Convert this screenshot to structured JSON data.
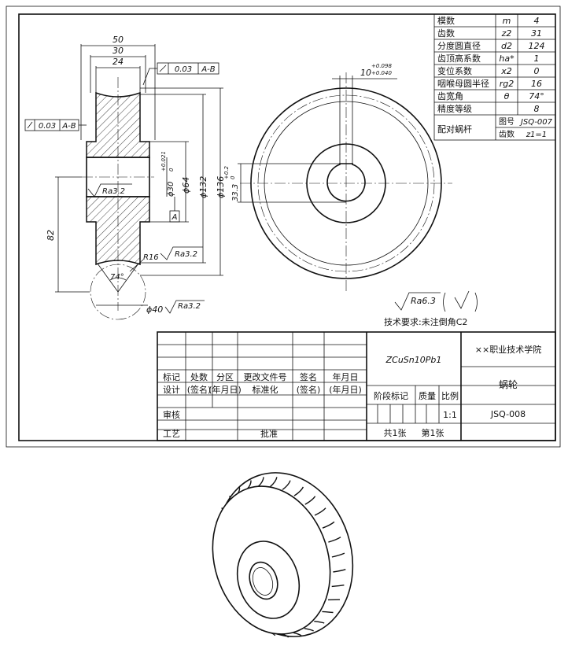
{
  "params": [
    {
      "label": "模数",
      "symbol": "m",
      "value": "4"
    },
    {
      "label": "齿数",
      "symbol": "z2",
      "value": "31"
    },
    {
      "label": "分度圆直径",
      "symbol": "d2",
      "value": "124"
    },
    {
      "label": "齿顶高系数",
      "symbol": "ha*",
      "value": "1"
    },
    {
      "label": "变位系数",
      "symbol": "x2",
      "value": "0"
    },
    {
      "label": "咽喉母圆半径",
      "symbol": "rg2",
      "value": "16"
    },
    {
      "label": "齿宽角",
      "symbol": "θ",
      "value": "74°"
    },
    {
      "label": "精度等级",
      "symbol": "",
      "value": "8"
    }
  ],
  "mating_worm": {
    "label": "配对蜗杆",
    "drawing_no_label": "图号",
    "drawing_no": "JSQ-007",
    "teeth_label": "齿数",
    "teeth": "z1=1"
  },
  "dims": {
    "w50": "50",
    "w30": "30",
    "w24": "24",
    "runout_top": "0.03",
    "datum_ab": "A-B",
    "runout_left": "0.03",
    "d30": "ϕ30",
    "d30_tol_up": "+0.021",
    "d30_tol_dn": "0",
    "d64": "ϕ64",
    "d132": "ϕ132",
    "d136": "ϕ136",
    "ra32_bore": "Ra3.2",
    "ra32_r16": "Ra3.2",
    "r16": "R16",
    "h82": "82",
    "angle74": "74°",
    "d40": "ϕ40",
    "ra32_d40": "Ra3.2",
    "key_w": "10",
    "key_w_up": "+0.098",
    "key_w_dn": "+0.040",
    "key_h": "33.3",
    "key_h_up": "+0.2",
    "key_h_dn": "0",
    "datum_a": "A"
  },
  "general_roughness": "Ra6.3",
  "tech_req": "技术要求:未注倒角C2",
  "title_block": {
    "material": "ZCuSn10Pb1",
    "school": "××职业技术学院",
    "part_name": "蜗轮",
    "drawing_no": "JSQ-008",
    "scale": "1:1",
    "row_mark": [
      "标记",
      "处数",
      "分区",
      "更改文件号",
      "签名",
      "年月日"
    ],
    "row_design": [
      "设计",
      "(签名)",
      "(年月日)",
      "标准化",
      "(签名)",
      "(年月日)"
    ],
    "stage_label": "阶段标记",
    "weight_label": "质量",
    "scale_label": "比例",
    "review": "审核",
    "process": "工艺",
    "approve": "批准",
    "sheets": "共1张",
    "sheet_no": "第1张"
  }
}
